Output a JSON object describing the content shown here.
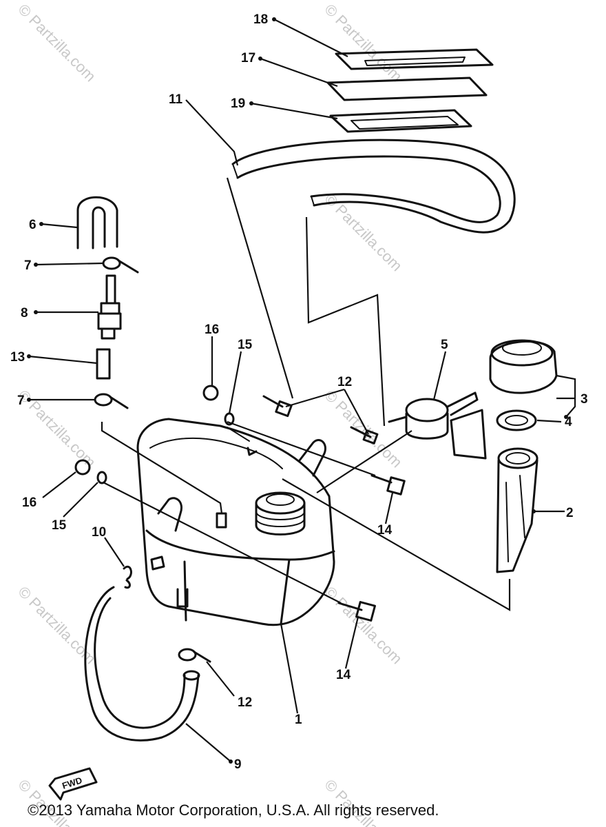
{
  "watermark_text": "© Partzilla.com",
  "copyright": "©2013 Yamaha Motor Corporation, U.S.A. All rights reserved.",
  "direction_label": "FWD",
  "callouts": [
    {
      "id": "c18",
      "label": "18"
    },
    {
      "id": "c17",
      "label": "17"
    },
    {
      "id": "c19",
      "label": "19"
    },
    {
      "id": "c11",
      "label": "11"
    },
    {
      "id": "c6",
      "label": "6"
    },
    {
      "id": "c7a",
      "label": "7"
    },
    {
      "id": "c8",
      "label": "8"
    },
    {
      "id": "c13",
      "label": "13"
    },
    {
      "id": "c7b",
      "label": "7"
    },
    {
      "id": "c16a",
      "label": "16"
    },
    {
      "id": "c15a",
      "label": "15"
    },
    {
      "id": "c12a",
      "label": "12"
    },
    {
      "id": "c5",
      "label": "5"
    },
    {
      "id": "c3",
      "label": "3"
    },
    {
      "id": "c4",
      "label": "4"
    },
    {
      "id": "c16b",
      "label": "16"
    },
    {
      "id": "c15b",
      "label": "15"
    },
    {
      "id": "c10",
      "label": "10"
    },
    {
      "id": "c14a",
      "label": "14"
    },
    {
      "id": "c2",
      "label": "2"
    },
    {
      "id": "c14b",
      "label": "14"
    },
    {
      "id": "c12b",
      "label": "12"
    },
    {
      "id": "c1",
      "label": "1"
    },
    {
      "id": "c9",
      "label": "9"
    }
  ]
}
